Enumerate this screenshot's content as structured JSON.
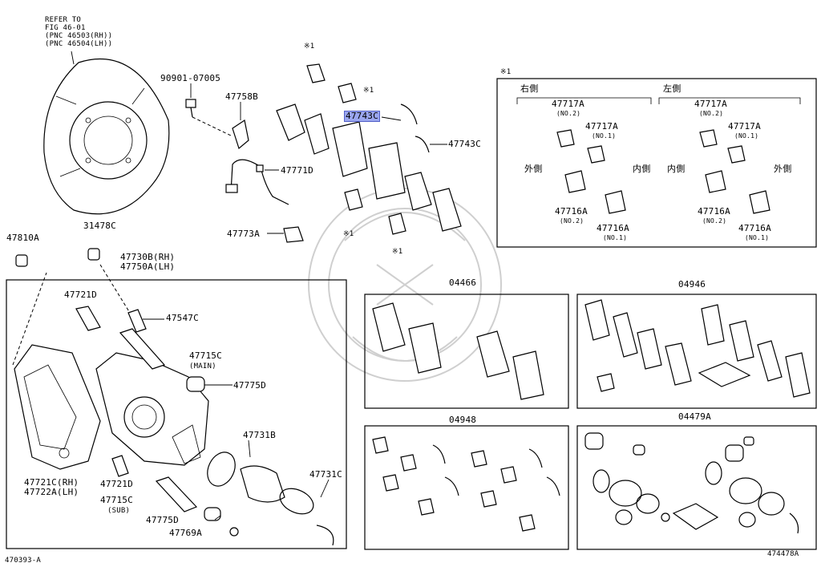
{
  "refer": {
    "line1": "REFER TO",
    "line2": "FIG 46-01",
    "line3": "(PNC 46503(RH))",
    "line4": "(PNC 46504(LH))"
  },
  "parts": {
    "p90901": "90901-07005",
    "p47758B": "47758B",
    "p47743C_hl": "47743C",
    "p47743C": "47743C",
    "p47771D": "47771D",
    "p47773A": "47773A",
    "p47810A": "47810A",
    "p31478C": "31478C",
    "p47730B": "47730B(RH)",
    "p47750A": "47750A(LH)",
    "p47721D_top": "47721D",
    "p47547C": "47547C",
    "p47715C_main": "47715C",
    "main": "(MAIN)",
    "p47775D_top": "47775D",
    "p47721C": "47721C(RH)",
    "p47722A": "47722A(LH)",
    "p47721D_bot": "47721D",
    "p47715C_sub": "47715C",
    "sub": "(SUB)",
    "p47775D_bot": "47775D",
    "p47769A": "47769A",
    "p47731B": "47731B",
    "p47731C": "47731C"
  },
  "notes": {
    "x1": "※1",
    "x1a": "※1",
    "x1b": "※1",
    "x1c": "※1"
  },
  "inset": {
    "title": "※1",
    "right_side": "右側",
    "left_side": "左側",
    "outer": "外側",
    "inner": "内側",
    "p47717A": "47717A",
    "no2": "(NO.2)",
    "no1": "(NO.1)",
    "p47716A": "47716A"
  },
  "kits": {
    "k04466": "04466",
    "k04946": "04946",
    "k04948": "04948",
    "k04479A": "04479A"
  },
  "footer": {
    "left_id": "470393-A",
    "right_id": "474478A"
  }
}
